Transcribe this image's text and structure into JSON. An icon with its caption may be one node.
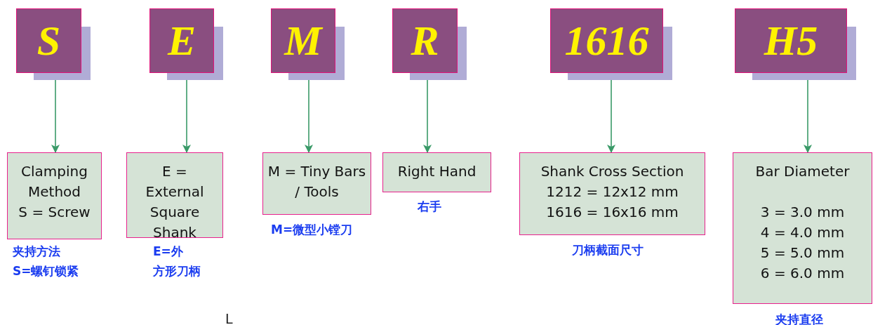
{
  "diagram": {
    "nodes": [
      {
        "text": [
          "S"
        ]
      },
      {
        "text": [
          "E"
        ]
      },
      {
        "text": [
          "M"
        ]
      },
      {
        "text": [
          "R"
        ]
      },
      {
        "text": [
          "1616"
        ]
      },
      {
        "text": [
          "H5"
        ]
      },
      {
        "text": [
          "Clamping Method",
          "S = Screw"
        ],
        "beside": [
          "夹持方法",
          "S=螺钉锁紧"
        ]
      },
      {
        "text": [
          "E = External Square Shank"
        ],
        "beside": [
          "E=外",
          "方形刀柄"
        ]
      },
      {
        "text": [
          "M = Tiny Bars / Tools"
        ],
        "beside": [
          "M=微型小镗刀"
        ]
      },
      {
        "text": [
          "Right Hand"
        ],
        "beside": [
          "右手"
        ]
      },
      {
        "text": [
          "Shank Cross Section",
          "1212 = 12x12 mm",
          "1616 = 16x16 mm"
        ],
        "beside": [
          "刀柄截面尺寸"
        ]
      },
      {
        "text": [
          "Bar Diameter",
          "3 = 3.0 mm",
          "4 = 4.0 mm",
          "5 = 5.0 mm",
          "6 = 6.0 mm"
        ],
        "beside": [
          "夹持直径"
        ]
      }
    ],
    "edges": [
      {
        "from": 0,
        "to": 6,
        "arrow": "to"
      },
      {
        "from": 1,
        "to": 7,
        "arrow": "to"
      },
      {
        "from": 2,
        "to": 8,
        "arrow": "to"
      },
      {
        "from": 3,
        "to": 9,
        "arrow": "to"
      },
      {
        "from": 4,
        "to": 10,
        "arrow": "to"
      },
      {
        "from": 5,
        "to": 11,
        "arrow": "to"
      }
    ],
    "labels": [
      "L"
    ]
  }
}
